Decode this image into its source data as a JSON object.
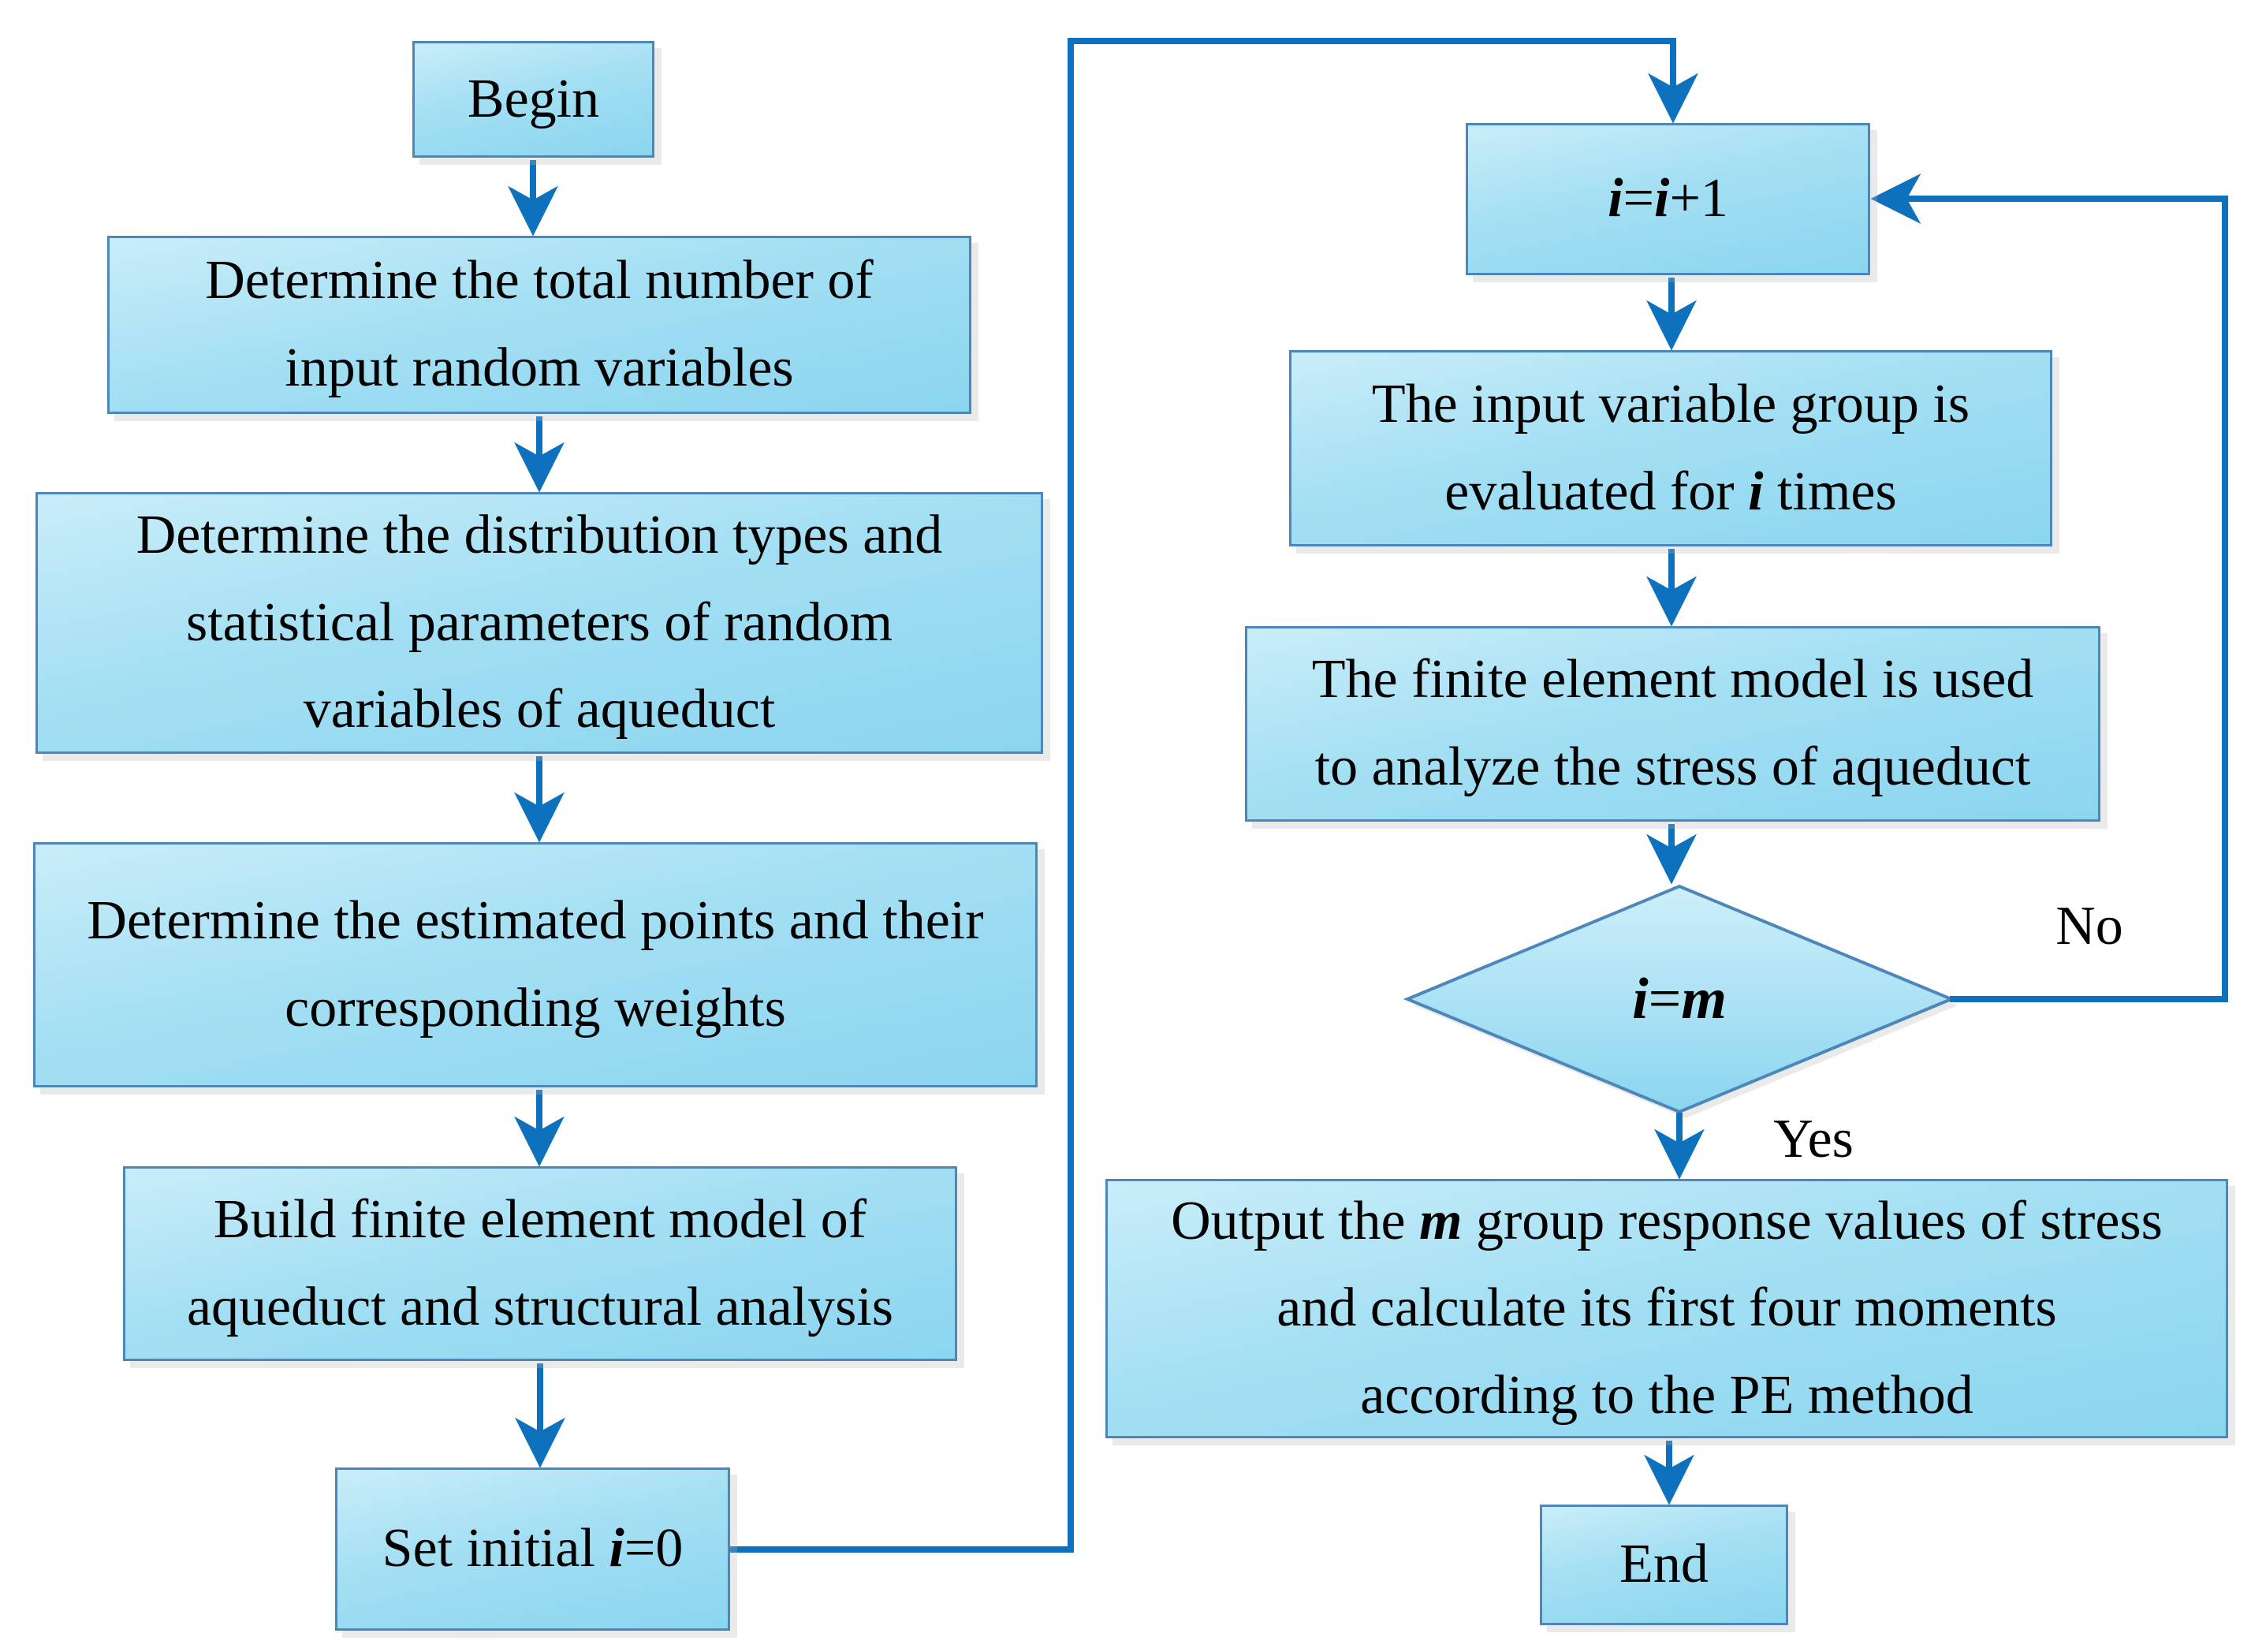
{
  "diagram": {
    "type": "flowchart",
    "colors": {
      "box_fill_top": "#c9edf9",
      "box_fill_bottom": "#8bd5ef",
      "box_border": "#4d86ba",
      "arrow": "#0d71bd",
      "text": "#000000"
    },
    "nodes": {
      "begin": {
        "lines": [
          [
            {
              "t": "Begin"
            }
          ]
        ]
      },
      "total": {
        "lines": [
          [
            {
              "t": "Determine the total number of"
            }
          ],
          [
            {
              "t": "input random variables"
            }
          ]
        ]
      },
      "dist": {
        "lines": [
          [
            {
              "t": "Determine the distribution types and"
            }
          ],
          [
            {
              "t": "statistical parameters of random"
            }
          ],
          [
            {
              "t": "variables of aqueduct"
            }
          ]
        ]
      },
      "est": {
        "lines": [
          [
            {
              "t": "Determine the estimated points and their"
            }
          ],
          [
            {
              "t": "corresponding weights"
            }
          ]
        ]
      },
      "build": {
        "lines": [
          [
            {
              "t": "Build finite element model of"
            }
          ],
          [
            {
              "t": "aqueduct and structural analysis"
            }
          ]
        ]
      },
      "setinit": {
        "lines": [
          [
            {
              "t": "Set initial "
            },
            {
              "t": "i",
              "em": true
            },
            {
              "t": "=0"
            }
          ]
        ]
      },
      "inc": {
        "lines": [
          [
            {
              "t": "i",
              "em": true
            },
            {
              "t": "="
            },
            {
              "t": "i",
              "em": true
            },
            {
              "t": "+1"
            }
          ]
        ]
      },
      "eval": {
        "lines": [
          [
            {
              "t": "The input variable group is"
            }
          ],
          [
            {
              "t": "evaluated for "
            },
            {
              "t": "i",
              "em": true
            },
            {
              "t": " times"
            }
          ]
        ]
      },
      "fem": {
        "lines": [
          [
            {
              "t": "The finite element model is used"
            }
          ],
          [
            {
              "t": "to analyze the stress of aqueduct"
            }
          ]
        ]
      },
      "decision": {
        "lines": [
          [
            {
              "t": "i",
              "em": true
            },
            {
              "t": "="
            },
            {
              "t": "m",
              "em": true
            }
          ]
        ]
      },
      "output": {
        "lines": [
          [
            {
              "t": "Output the "
            },
            {
              "t": "m",
              "em": true
            },
            {
              "t": " group response values of stress"
            }
          ],
          [
            {
              "t": "and calculate its first four moments"
            }
          ],
          [
            {
              "t": "according to the PE method"
            }
          ]
        ]
      },
      "end": {
        "lines": [
          [
            {
              "t": "End"
            }
          ]
        ]
      }
    },
    "edge_labels": {
      "no": "No",
      "yes": "Yes"
    }
  }
}
